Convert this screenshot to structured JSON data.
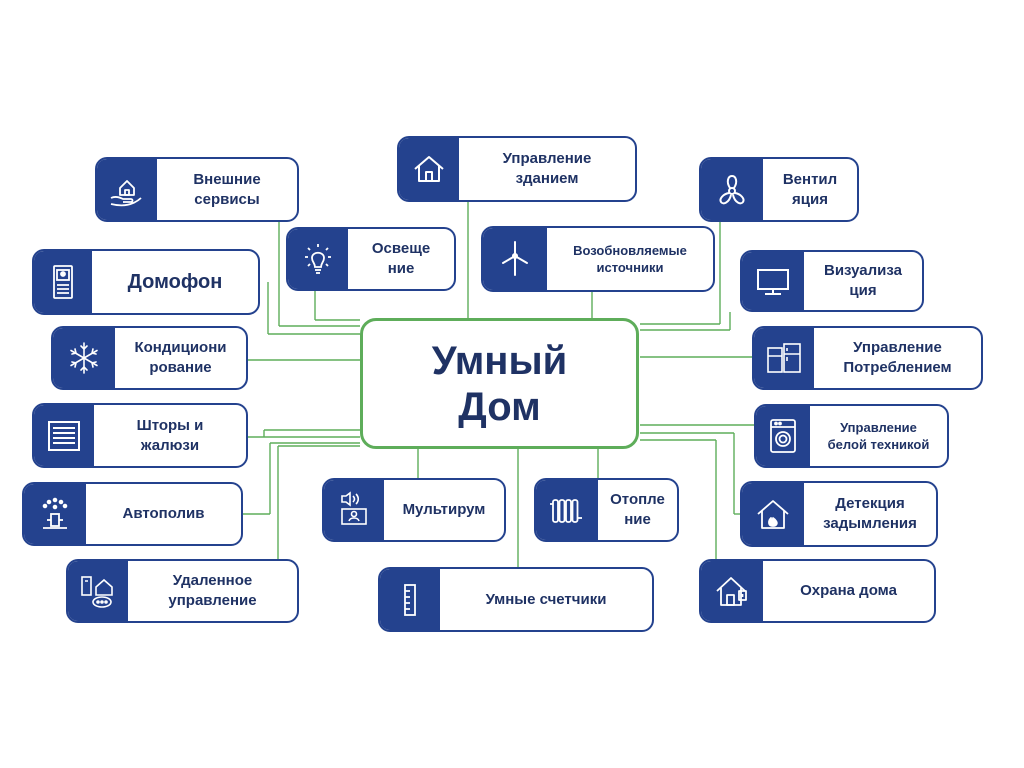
{
  "hub": {
    "title": "Умный\nДом"
  },
  "colors": {
    "node_border": "#24428e",
    "icon_bg": "#24428e",
    "text": "#1f3264",
    "connector": "#5ead5a"
  },
  "nodes": [
    {
      "label": "Внешние\nсервисы",
      "icon": "hand-house-icon"
    },
    {
      "label": "Управление\nзданием",
      "icon": "house-icon"
    },
    {
      "label": "Вентил\nяция",
      "icon": "fan-icon"
    },
    {
      "label": "Домофон",
      "icon": "intercom-icon"
    },
    {
      "label": "Освеще\nние",
      "icon": "lightbulb-icon"
    },
    {
      "label": "Возобновляемые\nисточники",
      "icon": "wind-turbine-icon"
    },
    {
      "label": "Визуализа\nция",
      "icon": "monitor-icon"
    },
    {
      "label": "Кондициони\nрование",
      "icon": "snowflake-icon"
    },
    {
      "label": "Управление\nПотреблением",
      "icon": "appliances-icon"
    },
    {
      "label": "Шторы и\nжалюзи",
      "icon": "blinds-icon"
    },
    {
      "label": "Управление\nбелой техникой",
      "icon": "washing-machine-icon"
    },
    {
      "label": "Автополив",
      "icon": "sprinkler-icon"
    },
    {
      "label": "Мультирум",
      "icon": "multiroom-icon"
    },
    {
      "label": "Отопле\nние",
      "icon": "radiator-icon"
    },
    {
      "label": "Детекция\nзадымления",
      "icon": "house-fire-icon"
    },
    {
      "label": "Удаленное\nуправление",
      "icon": "remote-control-icon"
    },
    {
      "label": "Умные счетчики",
      "icon": "meter-icon"
    },
    {
      "label": "Охрана дома",
      "icon": "house-security-icon"
    }
  ]
}
